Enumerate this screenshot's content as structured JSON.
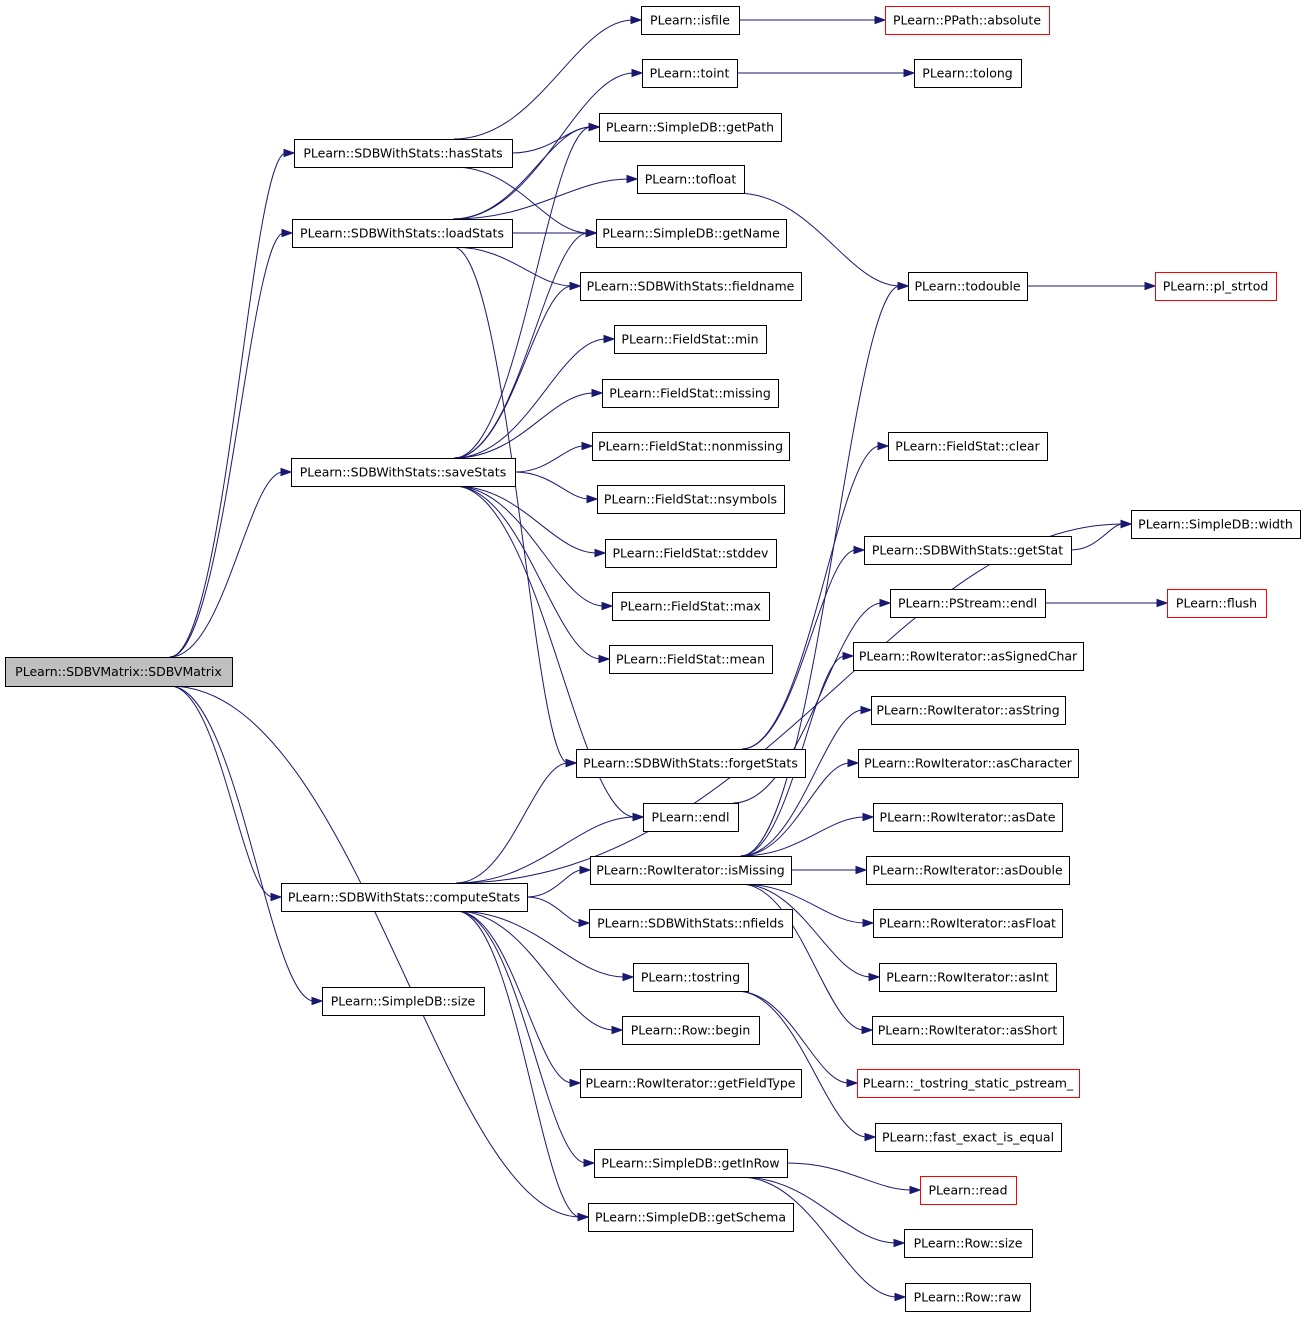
{
  "colors": {
    "edge": "#191970",
    "root_fill": "#bfbfbf",
    "border": "#000000",
    "truncated_border": "#ff0000"
  },
  "nodes": {
    "SDBVMatrix": {
      "label": "PLearn::SDBVMatrix::SDBVMatrix",
      "root": true
    },
    "hasStats": {
      "label": "PLearn::SDBWithStats::hasStats"
    },
    "loadStats": {
      "label": "PLearn::SDBWithStats::loadStats"
    },
    "saveStats": {
      "label": "PLearn::SDBWithStats::saveStats"
    },
    "computeStats": {
      "label": "PLearn::SDBWithStats::computeStats"
    },
    "sdbSize": {
      "label": "PLearn::SimpleDB::size"
    },
    "isfile": {
      "label": "PLearn::isfile"
    },
    "toint": {
      "label": "PLearn::toint"
    },
    "getPath": {
      "label": "PLearn::SimpleDB::getPath"
    },
    "tofloat": {
      "label": "PLearn::tofloat"
    },
    "getName": {
      "label": "PLearn::SimpleDB::getName"
    },
    "fieldname": {
      "label": "PLearn::SDBWithStats::fieldname"
    },
    "fsMin": {
      "label": "PLearn::FieldStat::min"
    },
    "fsMissing": {
      "label": "PLearn::FieldStat::missing"
    },
    "fsNonmissing": {
      "label": "PLearn::FieldStat::nonmissing"
    },
    "fsNsymbols": {
      "label": "PLearn::FieldStat::nsymbols"
    },
    "fsStddev": {
      "label": "PLearn::FieldStat::stddev"
    },
    "fsMax": {
      "label": "PLearn::FieldStat::max"
    },
    "fsMean": {
      "label": "PLearn::FieldStat::mean"
    },
    "forgetStats": {
      "label": "PLearn::SDBWithStats::forgetStats"
    },
    "endl": {
      "label": "PLearn::endl"
    },
    "isMissing": {
      "label": "PLearn::RowIterator::isMissing"
    },
    "nfields": {
      "label": "PLearn::SDBWithStats::nfields"
    },
    "tostring": {
      "label": "PLearn::tostring"
    },
    "rowBegin": {
      "label": "PLearn::Row::begin"
    },
    "getFieldType": {
      "label": "PLearn::RowIterator::getFieldType"
    },
    "getInRow": {
      "label": "PLearn::SimpleDB::getInRow"
    },
    "getSchema": {
      "label": "PLearn::SimpleDB::getSchema"
    },
    "absolute": {
      "label": "PLearn::PPath::absolute",
      "truncated": true
    },
    "tolong": {
      "label": "PLearn::tolong"
    },
    "todouble": {
      "label": "PLearn::todouble"
    },
    "fsClear": {
      "label": "PLearn::FieldStat::clear"
    },
    "getStat": {
      "label": "PLearn::SDBWithStats::getStat"
    },
    "pstreamEndl": {
      "label": "PLearn::PStream::endl"
    },
    "asSignedChar": {
      "label": "PLearn::RowIterator::asSignedChar"
    },
    "asString": {
      "label": "PLearn::RowIterator::asString"
    },
    "asCharacter": {
      "label": "PLearn::RowIterator::asCharacter"
    },
    "asDate": {
      "label": "PLearn::RowIterator::asDate"
    },
    "asDouble": {
      "label": "PLearn::RowIterator::asDouble"
    },
    "asFloat": {
      "label": "PLearn::RowIterator::asFloat"
    },
    "asInt": {
      "label": "PLearn::RowIterator::asInt"
    },
    "asShort": {
      "label": "PLearn::RowIterator::asShort"
    },
    "tostringStatic": {
      "label": "PLearn::_tostring_static_pstream_",
      "truncated": true
    },
    "fastExact": {
      "label": "PLearn::fast_exact_is_equal"
    },
    "read": {
      "label": "PLearn::read",
      "truncated": true
    },
    "rowSize": {
      "label": "PLearn::Row::size"
    },
    "rowRaw": {
      "label": "PLearn::Row::raw"
    },
    "plStrtod": {
      "label": "PLearn::pl_strtod",
      "truncated": true
    },
    "width": {
      "label": "PLearn::SimpleDB::width"
    },
    "flush": {
      "label": "PLearn::flush",
      "truncated": true
    }
  },
  "edges": [
    [
      "SDBVMatrix",
      "hasStats"
    ],
    [
      "SDBVMatrix",
      "loadStats"
    ],
    [
      "SDBVMatrix",
      "saveStats"
    ],
    [
      "SDBVMatrix",
      "computeStats"
    ],
    [
      "SDBVMatrix",
      "sdbSize"
    ],
    [
      "SDBVMatrix",
      "getSchema"
    ],
    [
      "hasStats",
      "isfile"
    ],
    [
      "hasStats",
      "getPath"
    ],
    [
      "hasStats",
      "getName"
    ],
    [
      "loadStats",
      "toint"
    ],
    [
      "loadStats",
      "getPath"
    ],
    [
      "loadStats",
      "tofloat"
    ],
    [
      "loadStats",
      "getName"
    ],
    [
      "loadStats",
      "fieldname"
    ],
    [
      "loadStats",
      "forgetStats"
    ],
    [
      "saveStats",
      "getPath"
    ],
    [
      "saveStats",
      "getName"
    ],
    [
      "saveStats",
      "fieldname"
    ],
    [
      "saveStats",
      "fsMin"
    ],
    [
      "saveStats",
      "fsMissing"
    ],
    [
      "saveStats",
      "fsNonmissing"
    ],
    [
      "saveStats",
      "fsNsymbols"
    ],
    [
      "saveStats",
      "fsStddev"
    ],
    [
      "saveStats",
      "fsMax"
    ],
    [
      "saveStats",
      "fsMean"
    ],
    [
      "saveStats",
      "endl"
    ],
    [
      "computeStats",
      "width"
    ],
    [
      "computeStats",
      "forgetStats"
    ],
    [
      "computeStats",
      "endl"
    ],
    [
      "computeStats",
      "isMissing"
    ],
    [
      "computeStats",
      "nfields"
    ],
    [
      "computeStats",
      "tostring"
    ],
    [
      "computeStats",
      "rowBegin"
    ],
    [
      "computeStats",
      "getFieldType"
    ],
    [
      "computeStats",
      "getInRow"
    ],
    [
      "computeStats",
      "getSchema"
    ],
    [
      "isfile",
      "absolute"
    ],
    [
      "toint",
      "tolong"
    ],
    [
      "tofloat",
      "todouble"
    ],
    [
      "todouble",
      "plStrtod"
    ],
    [
      "forgetStats",
      "fsClear"
    ],
    [
      "forgetStats",
      "getStat"
    ],
    [
      "getStat",
      "width"
    ],
    [
      "endl",
      "pstreamEndl"
    ],
    [
      "pstreamEndl",
      "flush"
    ],
    [
      "isMissing",
      "todouble"
    ],
    [
      "isMissing",
      "asSignedChar"
    ],
    [
      "isMissing",
      "asString"
    ],
    [
      "isMissing",
      "asCharacter"
    ],
    [
      "isMissing",
      "asDate"
    ],
    [
      "isMissing",
      "asDouble"
    ],
    [
      "isMissing",
      "asFloat"
    ],
    [
      "isMissing",
      "asInt"
    ],
    [
      "isMissing",
      "asShort"
    ],
    [
      "tostring",
      "tostringStatic"
    ],
    [
      "tostring",
      "fastExact"
    ],
    [
      "getInRow",
      "read"
    ],
    [
      "getInRow",
      "rowSize"
    ],
    [
      "getInRow",
      "rowRaw"
    ]
  ]
}
